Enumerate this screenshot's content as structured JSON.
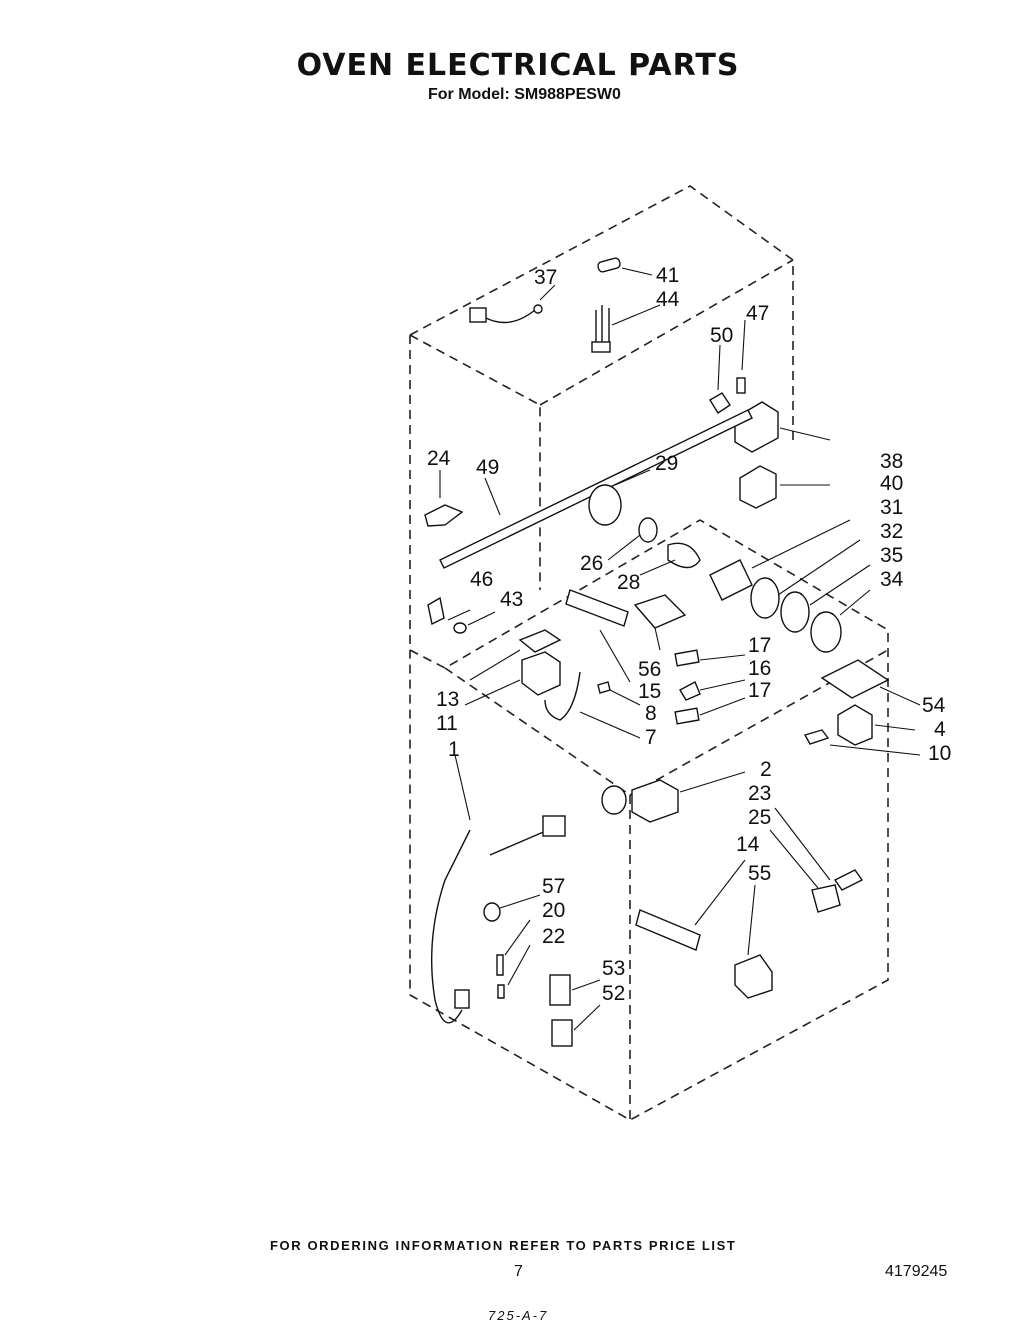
{
  "header": {
    "title": "OVEN ELECTRICAL PARTS",
    "subtitle": "For Model: SM988PESW0"
  },
  "callouts": [
    "37",
    "41",
    "44",
    "47",
    "50",
    "24",
    "49",
    "29",
    "38",
    "40",
    "31",
    "32",
    "35",
    "34",
    "26",
    "28",
    "46",
    "43",
    "17",
    "16",
    "17",
    "56",
    "15",
    "8",
    "13",
    "11",
    "7",
    "54",
    "4",
    "10",
    "1",
    "2",
    "23",
    "25",
    "14",
    "55",
    "57",
    "20",
    "22",
    "53",
    "52"
  ],
  "footer": {
    "ordering_note": "FOR ORDERING INFORMATION REFER TO PARTS PRICE LIST",
    "page_number": "7",
    "document_number": "4179245",
    "handwritten_note": "725-A-7"
  }
}
